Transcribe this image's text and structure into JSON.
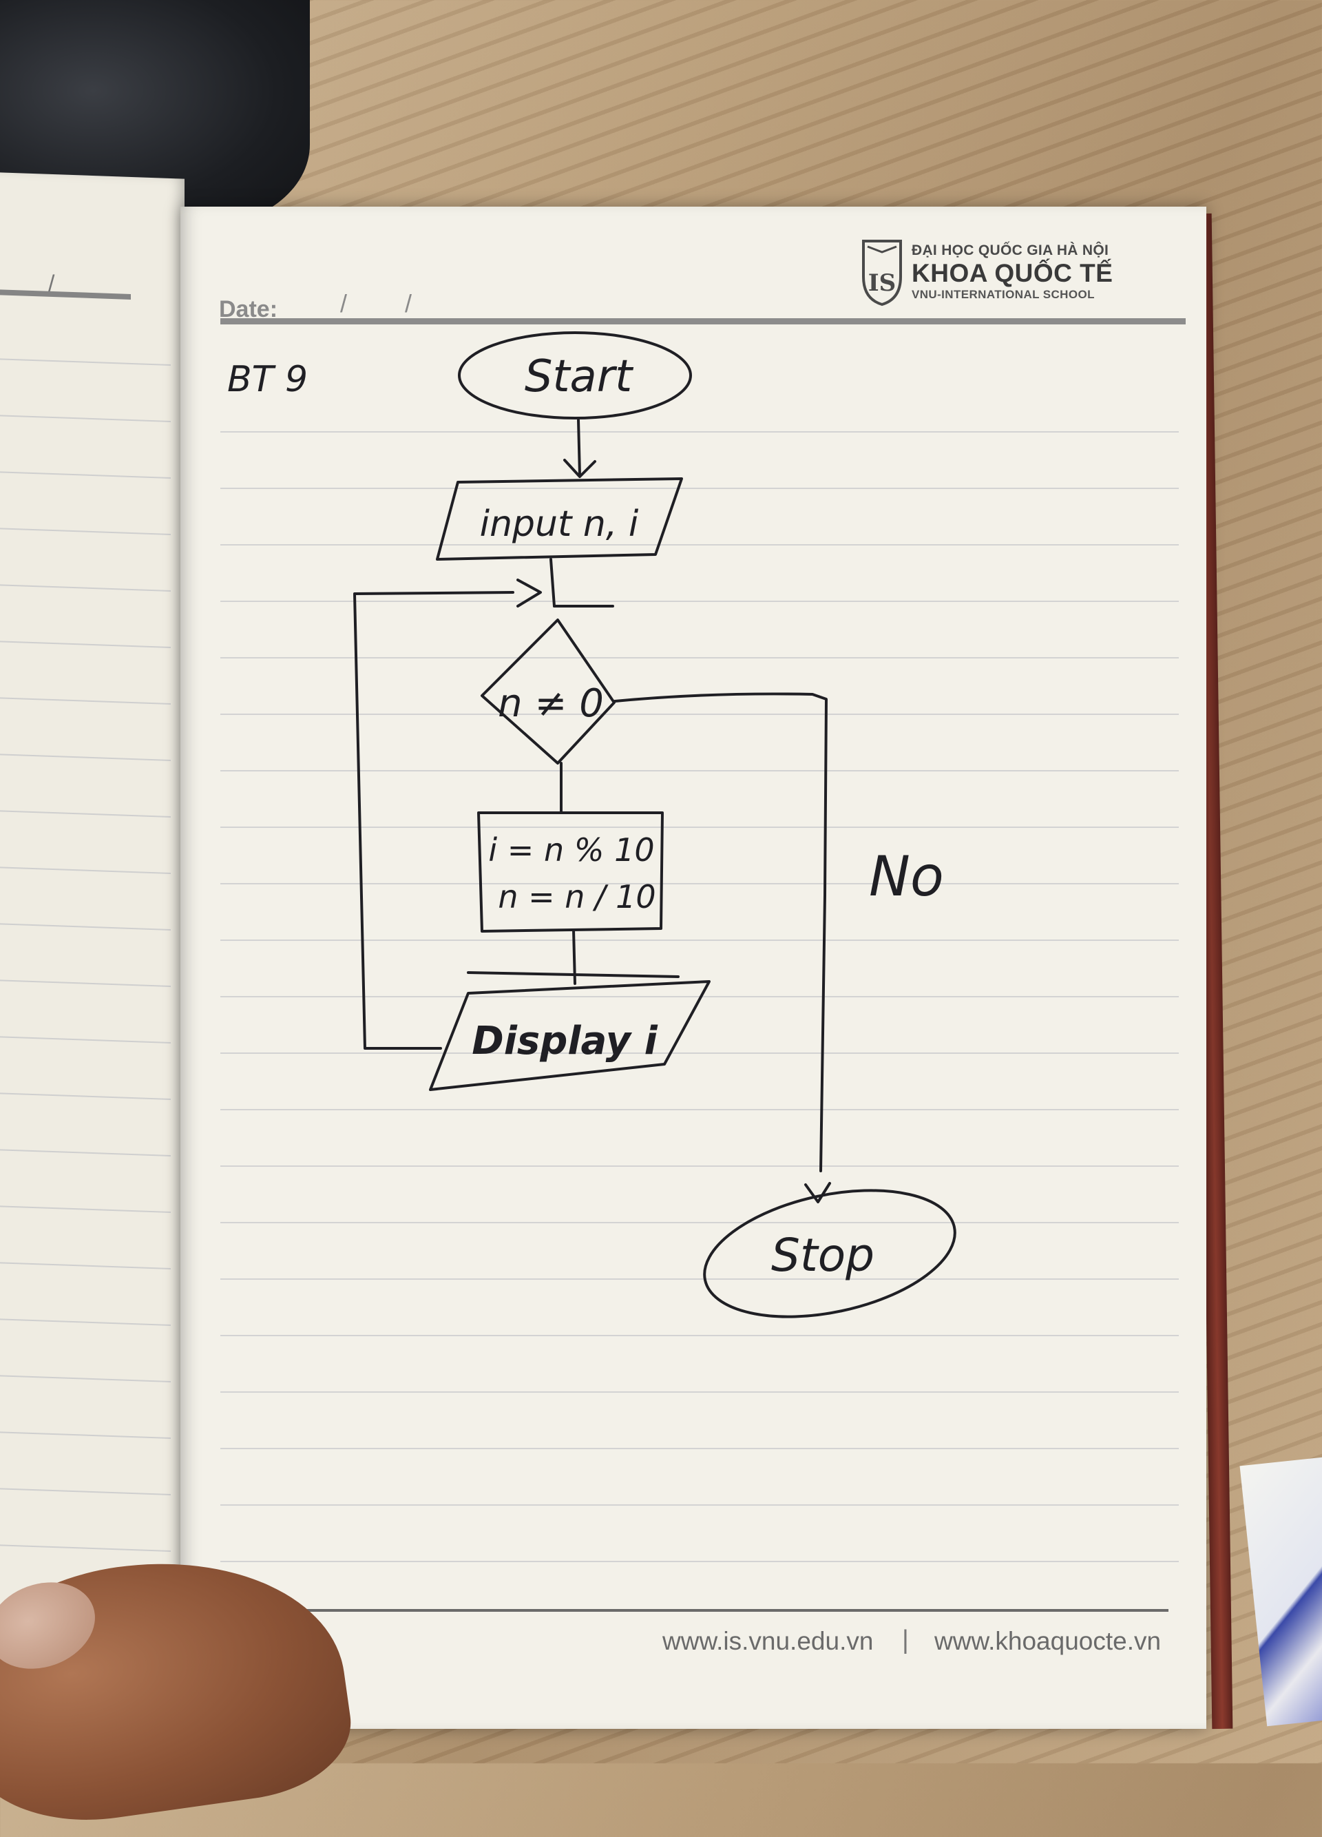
{
  "notebook": {
    "date_label": "Date:",
    "date_separator_1": "/",
    "date_separator_2": "/",
    "left_page_slash": "/",
    "logo": {
      "shield_letters": "IS",
      "line1": "ĐẠI HỌC QUỐC GIA HÀ NỘI",
      "line2": "KHOA QUỐC TẾ",
      "line3": "VNU-INTERNATIONAL SCHOOL"
    },
    "footer": {
      "url1": "www.is.vnu.edu.vn",
      "separator": "|",
      "url2": "www.khoaquocte.vn"
    }
  },
  "flowchart": {
    "exercise_label": "BT 9",
    "start": "Start",
    "input": "input n, i",
    "decision": "n ≠ 0",
    "process_line1": "i = n % 10",
    "process_line2": "n = n / 10",
    "display": "Display i",
    "no_label": "No",
    "stop": "Stop"
  }
}
